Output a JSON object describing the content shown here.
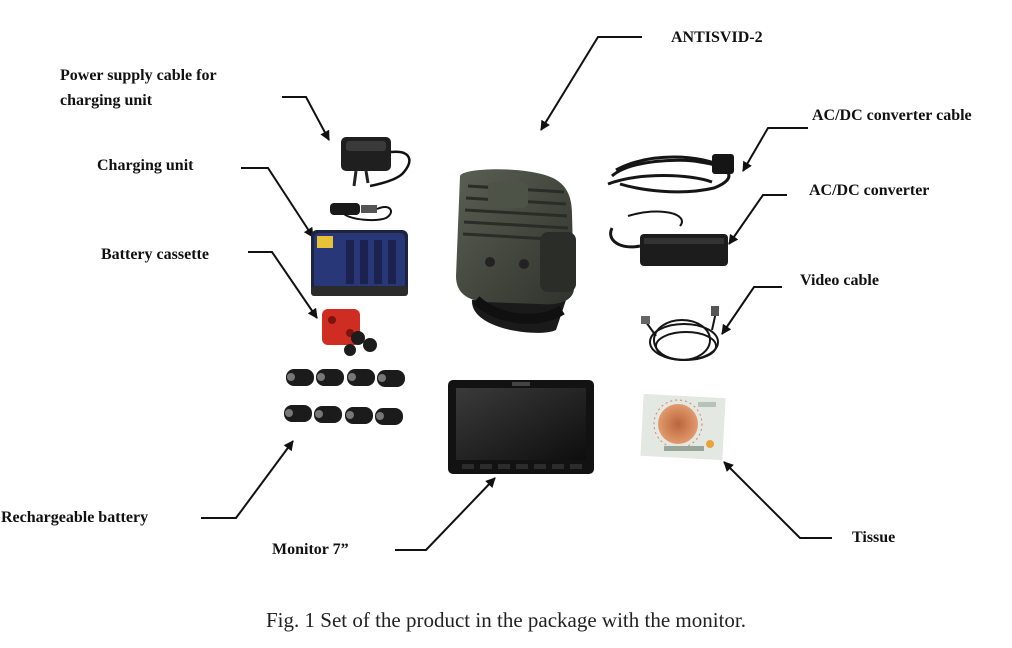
{
  "labels": {
    "antisvid": "ANTISVID-2",
    "power_cable_line1": "Power supply cable for",
    "power_cable_line2": "charging unit",
    "charging_unit": "Charging unit",
    "battery_cassette": "Battery cassette",
    "ac_dc_cable": "AC/DC converter cable",
    "ac_dc_converter": "AC/DC converter",
    "video_cable": "Video cable",
    "rechargeable_battery": "Rechargeable battery",
    "monitor": "Monitor 7”",
    "tissue": "Tissue"
  },
  "caption": "Fig. 1 Set of the product in the package with the monitor.",
  "colors": {
    "device_body": "#4a4f45",
    "charger_blue": "#23306a",
    "cassette_red": "#cf2d22",
    "tissue_orange": "#d07a4a"
  }
}
